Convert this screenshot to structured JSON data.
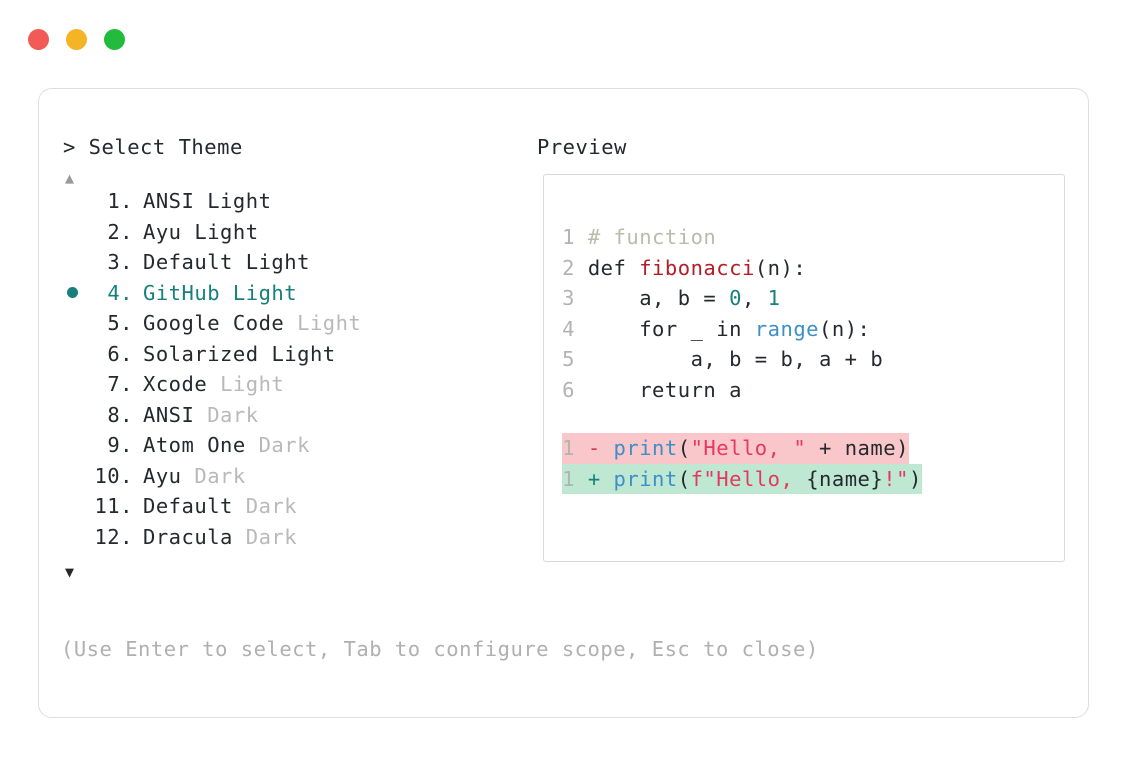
{
  "window": {
    "traffic_lights": [
      {
        "name": "close",
        "color": "#f25a55"
      },
      {
        "name": "minimize",
        "color": "#f5b425"
      },
      {
        "name": "maximize",
        "color": "#22bb3d"
      }
    ]
  },
  "selector": {
    "prompt": "> Select Theme",
    "scroll_up": "▲",
    "scroll_down": "▼",
    "selected_index": 4,
    "selected_marker": "●",
    "accent_color": "#17807d",
    "options": [
      {
        "num": "1.",
        "name": "ANSI",
        "variant": "Light",
        "variant_dim": false,
        "selected": false
      },
      {
        "num": "2.",
        "name": "Ayu",
        "variant": "Light",
        "variant_dim": false,
        "selected": false
      },
      {
        "num": "3.",
        "name": "Default",
        "variant": "Light",
        "variant_dim": false,
        "selected": false
      },
      {
        "num": "4.",
        "name": "GitHub",
        "variant": "Light",
        "variant_dim": false,
        "selected": true
      },
      {
        "num": "5.",
        "name": "Google Code",
        "variant": "Light",
        "variant_dim": true,
        "selected": false
      },
      {
        "num": "6.",
        "name": "Solarized",
        "variant": "Light",
        "variant_dim": false,
        "selected": false
      },
      {
        "num": "7.",
        "name": "Xcode",
        "variant": "Light",
        "variant_dim": true,
        "selected": false
      },
      {
        "num": "8.",
        "name": "ANSI",
        "variant": "Dark",
        "variant_dim": true,
        "selected": false
      },
      {
        "num": "9.",
        "name": "Atom One",
        "variant": "Dark",
        "variant_dim": true,
        "selected": false
      },
      {
        "num": "10.",
        "name": "Ayu",
        "variant": "Dark",
        "variant_dim": true,
        "selected": false
      },
      {
        "num": "11.",
        "name": "Default",
        "variant": "Dark",
        "variant_dim": true,
        "selected": false
      },
      {
        "num": "12.",
        "name": "Dracula",
        "variant": "Dark",
        "variant_dim": true,
        "selected": false
      }
    ],
    "hint": "(Use Enter to select, Tab to configure scope, Esc to close)"
  },
  "preview": {
    "title": "Preview",
    "code_lines": [
      {
        "ln": "1",
        "tokens": [
          {
            "t": "# function",
            "c": "t-com"
          }
        ]
      },
      {
        "ln": "2",
        "tokens": [
          {
            "t": "def ",
            "c": "t-kw"
          },
          {
            "t": "fibonacci",
            "c": "t-fn"
          },
          {
            "t": "(n):",
            "c": "t-plain"
          }
        ]
      },
      {
        "ln": "3",
        "tokens": [
          {
            "t": "    a, b = ",
            "c": "t-plain"
          },
          {
            "t": "0",
            "c": "t-num"
          },
          {
            "t": ", ",
            "c": "t-plain"
          },
          {
            "t": "1",
            "c": "t-num"
          }
        ]
      },
      {
        "ln": "4",
        "tokens": [
          {
            "t": "    for _ in ",
            "c": "t-plain"
          },
          {
            "t": "range",
            "c": "t-bi"
          },
          {
            "t": "(n):",
            "c": "t-plain"
          }
        ]
      },
      {
        "ln": "5",
        "tokens": [
          {
            "t": "        a, b = b, a + b",
            "c": "t-plain"
          }
        ]
      },
      {
        "ln": "6",
        "tokens": [
          {
            "t": "    return a",
            "c": "t-plain"
          }
        ]
      }
    ],
    "diff_lines": [
      {
        "ln": "1",
        "sign": "-",
        "kind": "del",
        "tokens": [
          {
            "t": "print",
            "c": "t-call"
          },
          {
            "t": "(",
            "c": "t-plain"
          },
          {
            "t": "\"Hello, \"",
            "c": "t-str"
          },
          {
            "t": " + name)",
            "c": "t-plain"
          }
        ]
      },
      {
        "ln": "1",
        "sign": "+",
        "kind": "add",
        "tokens": [
          {
            "t": "print",
            "c": "t-call"
          },
          {
            "t": "(",
            "c": "t-plain"
          },
          {
            "t": "f\"Hello, ",
            "c": "t-str"
          },
          {
            "t": "{name}",
            "c": "t-plain"
          },
          {
            "t": "!\"",
            "c": "t-str"
          },
          {
            "t": ")",
            "c": "t-plain"
          }
        ]
      }
    ]
  }
}
